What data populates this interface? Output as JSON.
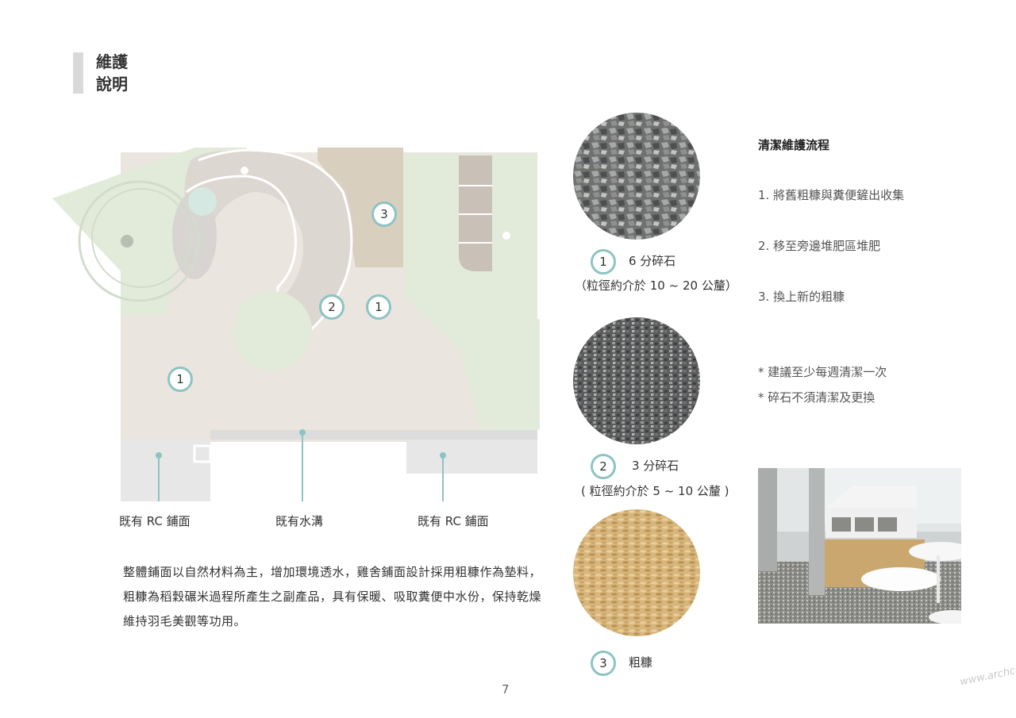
{
  "heading": {
    "line1": "維護",
    "line2": "說明"
  },
  "plan": {
    "markers": {
      "m1_left": "1",
      "m2": "2",
      "m1_right": "1",
      "m3": "3"
    },
    "labels": {
      "rc_left": "既有 RC 鋪面",
      "drain": "既有水溝",
      "rc_right": "既有 RC 鋪面"
    },
    "colors": {
      "grass": "#e2ebd9",
      "paving": "#ebe5df",
      "husk": "#d9cfbf",
      "rc": "#e7e7e7",
      "accent": "#8ec3c4"
    }
  },
  "description": "整體鋪面以自然材料為主，增加環境透水，雞舍鋪面設計採用粗糠作為墊料，粗糠為稻穀碾米過程所產生之副產品，具有保暖、吸取糞便中水份，保持乾燥維持羽毛美觀等功用。",
  "materials": [
    {
      "num": "1",
      "name": "6 分碎石",
      "size": "（粒徑約介於 10 ~ 20 公釐）"
    },
    {
      "num": "2",
      "name": "3 分碎石",
      "size": "( 粒徑約介於 5 ~ 10 公釐 )"
    },
    {
      "num": "3",
      "name": "粗糠",
      "size": ""
    }
  ],
  "process": {
    "title": "清潔維護流程",
    "steps": [
      "1. 將舊粗糠與糞便鏟出收集",
      "2. 移至旁邊堆肥區堆肥",
      "3. 換上新的粗糠"
    ],
    "notes": [
      "* 建議至少每週清潔一次",
      "* 碎石不須清潔及更換"
    ]
  },
  "page_number": "7",
  "watermark": "www.archcollege.com"
}
